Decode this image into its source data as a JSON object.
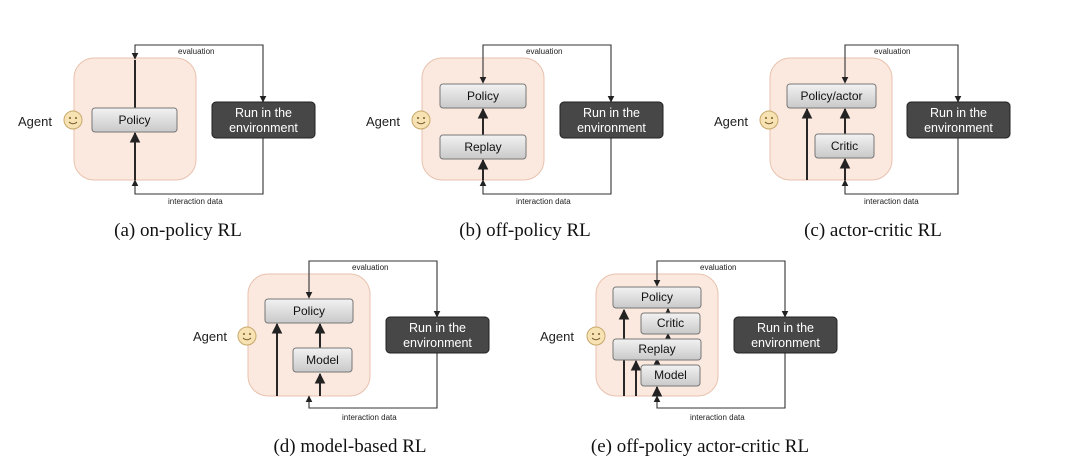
{
  "labels": {
    "agent": "Agent",
    "evaluation": "evaluation",
    "interaction": "interaction data",
    "env_line1": "Run in the",
    "env_line2": "environment"
  },
  "components": {
    "policy": "Policy",
    "replay": "Replay",
    "policy_actor": "Policy/actor",
    "critic": "Critic",
    "model": "Model"
  },
  "captions": {
    "a": "(a) on-policy RL",
    "b": "(b) off-policy RL",
    "c": "(c) actor-critic RL",
    "d": "(d) model-based RL",
    "e": "(e) off-policy actor-critic RL"
  },
  "colors": {
    "agent_fill": "#fbe8de",
    "agent_stroke": "#e8c2ae",
    "env_fill": "#474747",
    "component_fill": "#d9d9d9",
    "face": "#f2d9a0"
  }
}
